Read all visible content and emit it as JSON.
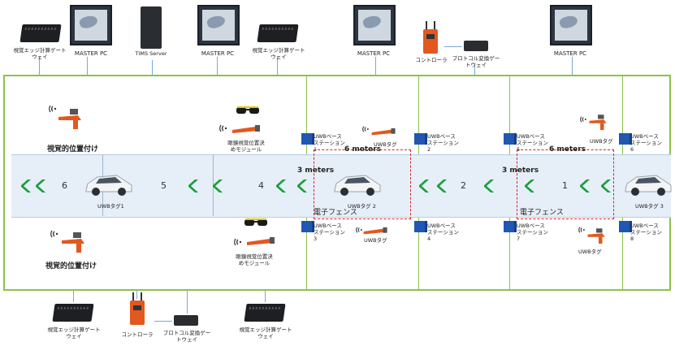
{
  "top": {
    "edge_gateway_1": "視覚エッジ計算ゲートウェイ",
    "master_pc_1": "MASTER PC",
    "tms_server": "TIMS Server",
    "master_pc_2": "MASTER PC",
    "edge_gateway_2": "視覚エッジ計算ゲートウェイ",
    "master_pc_3": "MASTER PC",
    "controller": "コントローラ",
    "protocol_gateway": "プロトコル変換ゲートウェイ",
    "master_pc_4": "MASTER PC"
  },
  "bottom": {
    "edge_gateway_1": "視覚エッジ計算ゲートウェイ",
    "controller": "コントローラ",
    "protocol_gateway": "プロトコル変換ゲートウェイ",
    "edge_gateway_2": "視覚エッジ計算ゲートウェイ"
  },
  "zone": {
    "visual_positioning_top": "視覚的位置付け",
    "visual_positioning_bottom": "視覚的位置付け",
    "glasses_module_top": "眼鏡視覚位置決めモジュール",
    "glasses_module_bottom": "眼鏡視覚位置決めモジュール",
    "uwb_tag_car1": "UWBタグ1",
    "uwb_tag_car2": "UWBタグ 2",
    "uwb_tag_car3": "UWBタグ 3",
    "uwb_tag_tool_a": "UWBタグ",
    "uwb_tag_tool_b": "UWBタグ",
    "uwb_tag_tool_c": "UWBタグ",
    "uwb_tag_tool_d": "UWBタグ",
    "base_1": "UWBベースステーション 1",
    "base_2": "UWBベースステーション 2",
    "base_3": "UWBベースステーション 3",
    "base_4": "UWBベースステーション 4",
    "base_5": "UWBベースステーション 5",
    "base_6": "UWBベースステーション 6",
    "base_7": "UWBベースステーション 7",
    "base_8": "UWBベースステーション 8",
    "six_meters_a": "6 meters",
    "six_meters_b": "6 meters",
    "three_meters_a": "3 meters",
    "three_meters_b": "3 meters",
    "fence_a": "電子フェンス",
    "fence_b": "電子フェンス",
    "station_6": "6",
    "station_5": "5",
    "station_4": "4",
    "station_2": "2",
    "station_1": "1"
  },
  "colors": {
    "zone_border": "#8bc34a",
    "connector": "#7aa9d6",
    "chevron": "#1a9e3c",
    "fence": "#d9262c",
    "lane": "#e6eef7",
    "base_station": "#1f57b3",
    "controller": "#e2581e"
  }
}
